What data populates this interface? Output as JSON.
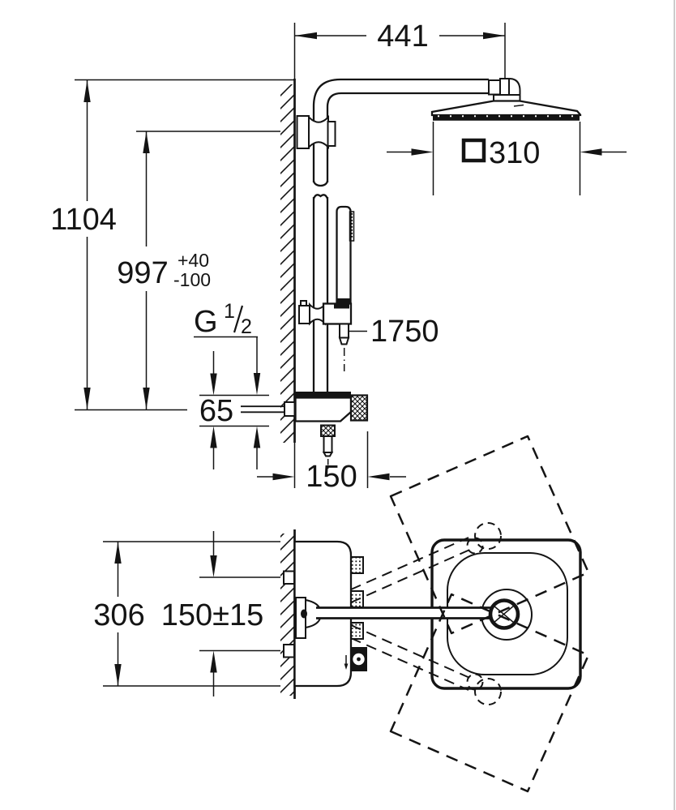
{
  "document": {
    "type": "technical-dimension-drawing",
    "background_color": "#ffffff",
    "line_color": "#141414"
  },
  "labels": {
    "arm_projection": "441",
    "head_width": "310",
    "overall_height": "1104",
    "rail_height": "997",
    "rail_height_tolerance_plus": "+40",
    "rail_height_tolerance_minus": "-100",
    "thread_letter": "G",
    "thread_fraction_numerator": "1",
    "thread_fraction_denominator": "2",
    "hose_length": "1750",
    "inlet_vertical_offset": "65",
    "body_projection": "150",
    "plan_overall_height": "306",
    "inlet_spacing": "150±15"
  }
}
